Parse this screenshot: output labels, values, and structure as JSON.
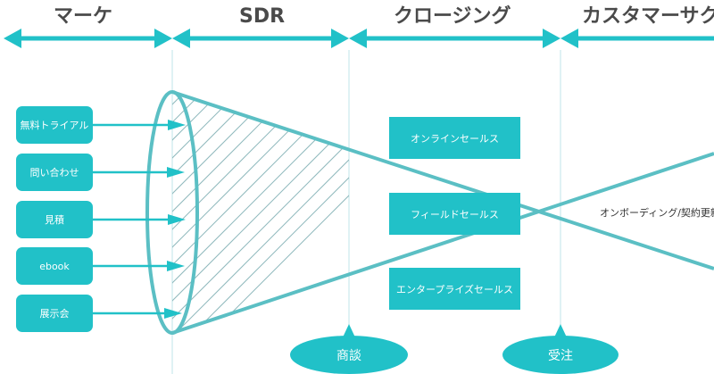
{
  "stages": [
    "マーケ",
    "SDR",
    "クロージング",
    "カスタマーサク"
  ],
  "sources": [
    "無料トライアル",
    "問い合わせ",
    "見積",
    "ebook",
    "展示会"
  ],
  "sales_teams": [
    "オンラインセールス",
    "フィールドセールス",
    "エンタープライズセールス"
  ],
  "milestones": [
    "商談",
    "受注"
  ],
  "cross_label": "オンボーディング/契約更新",
  "colors": {
    "accent": "#21c1c8",
    "line": "#5bbfc4",
    "text": "#4a4a4a",
    "hatch": "#8fb9bd"
  }
}
